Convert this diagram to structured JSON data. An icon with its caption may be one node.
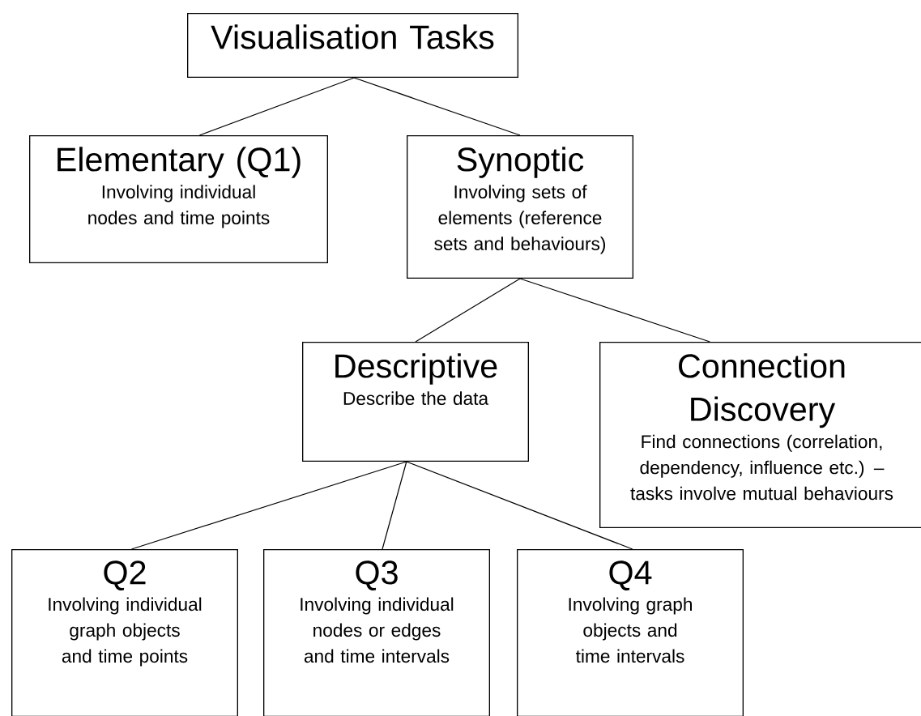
{
  "diagram": {
    "nodes": [
      {
        "text": [
          "Visualisation Tasks"
        ]
      },
      {
        "text": [
          "Elementary (Q1)",
          "Involving individual nodes and time points"
        ]
      },
      {
        "text": [
          "Synoptic",
          "Involving sets of elements (reference sets and behaviours)"
        ]
      },
      {
        "text": [
          "Descriptive",
          "Describe the data"
        ]
      },
      {
        "text": [
          "Connection Discovery",
          "Find connections (correlation, dependency, influence etc.) – tasks involve mutual behaviours"
        ]
      },
      {
        "text": [
          "Q2",
          "Involving individual graph objects and time points"
        ]
      },
      {
        "text": [
          "Q3",
          "Involving individual nodes or edges and time intervals"
        ]
      },
      {
        "text": [
          "Q4",
          "Involving graph objects and time intervals"
        ]
      }
    ],
    "edges": [
      {
        "from": 0,
        "to": 1,
        "arrow": "none"
      },
      {
        "from": 0,
        "to": 2,
        "arrow": "none"
      },
      {
        "from": 2,
        "to": 3,
        "arrow": "none"
      },
      {
        "from": 2,
        "to": 4,
        "arrow": "none"
      },
      {
        "from": 3,
        "to": 5,
        "arrow": "none"
      },
      {
        "from": 3,
        "to": 6,
        "arrow": "none"
      },
      {
        "from": 3,
        "to": 7,
        "arrow": "none"
      }
    ]
  }
}
